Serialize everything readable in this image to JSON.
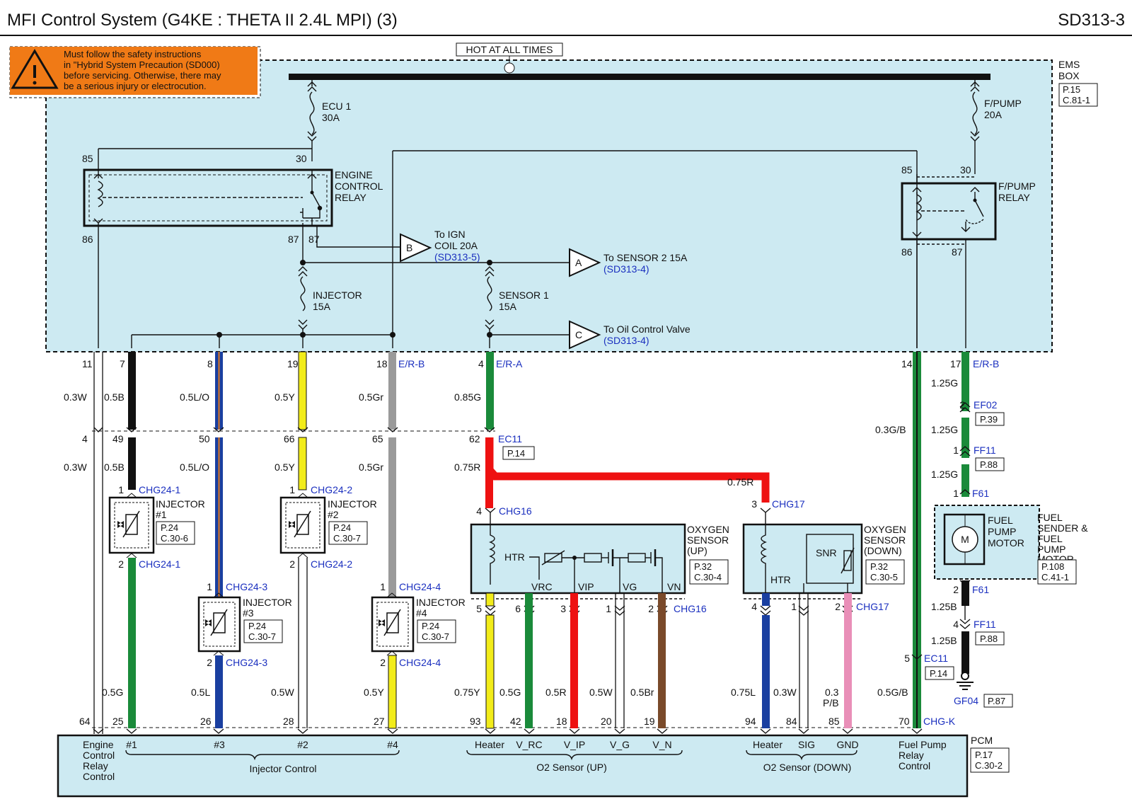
{
  "header": {
    "title": "MFI Control System (G4KE : THETA II 2.4L MPI) (3)",
    "code": "SD313-3"
  },
  "warning": {
    "lines": [
      "Must follow the safety instructions",
      "in \"Hybrid System Precaution (SD000)",
      "before servicing. Otherwise, there may",
      "be a serious injury or electrocution."
    ]
  },
  "bus": {
    "label": "HOT AT ALL TIMES"
  },
  "ems_box": {
    "name_l1": "EMS",
    "name_l2": "BOX",
    "ref_l1": "P.15",
    "ref_l2": "C.81-1"
  },
  "fuses": {
    "ecu1": {
      "l1": "ECU 1",
      "l2": "30A"
    },
    "fpump": {
      "l1": "F/PUMP",
      "l2": "20A"
    },
    "injector": {
      "l1": "INJECTOR",
      "l2": "15A"
    },
    "sensor1": {
      "l1": "SENSOR 1",
      "l2": "15A"
    }
  },
  "relays": {
    "ecr": {
      "l1": "ENGINE",
      "l2": "CONTROL",
      "l3": "RELAY",
      "p85": "85",
      "p30": "30",
      "p86": "86",
      "p87a": "87",
      "p87b": "87"
    },
    "fpr": {
      "l1": "F/PUMP",
      "l2": "RELAY",
      "p85": "85",
      "p30": "30",
      "p86": "86",
      "p87": "87"
    }
  },
  "connectors_off": {
    "b": {
      "letter": "B",
      "l1": "To IGN",
      "l2": "COIL 20A",
      "ref": "(SD313-5)"
    },
    "a": {
      "letter": "A",
      "l1": "To SENSOR 2 15A",
      "ref": "(SD313-4)"
    },
    "c": {
      "letter": "C",
      "l1": "To Oil Control Valve",
      "ref": "(SD313-4)"
    }
  },
  "box_pins": {
    "p11": "11",
    "p7": "7",
    "p8": "8",
    "p19": "19",
    "p18": "18",
    "p18c": "E/R-B",
    "p4": "4",
    "p4c": "E/R-A",
    "p14": "14",
    "p17": "17",
    "p17c": "E/R-B"
  },
  "wires_top": {
    "w11": "0.3W",
    "w7": "0.5B",
    "w8": "0.5L/O",
    "w19": "0.5Y",
    "w18": "0.5Gr",
    "w4": "0.85G",
    "w17": "1.25G"
  },
  "ec11": {
    "name": "EC11",
    "ref": "P.14",
    "p4": "4",
    "p49": "49",
    "p50": "50",
    "p66": "66",
    "p65": "65",
    "p62": "62",
    "p5": "5",
    "p5name": "EC11",
    "p5ref": "P.14"
  },
  "wires_mid": {
    "w4": "0.3W",
    "w49": "0.5B",
    "w50": "0.5L/O",
    "w66": "0.5Y",
    "w65": "0.5Gr",
    "w62": "0.75R",
    "w14": "0.3G/B",
    "w075r2": "0.75R"
  },
  "fuel_conn": {
    "ef02": "EF02",
    "ef02pin": "2",
    "ef02ref": "P.39",
    "w_ef": "1.25G",
    "ff11": "FF11",
    "ff11pin": "1",
    "ff11ref": "P.88",
    "w_ff": "1.25G",
    "f61": "F61",
    "f61pin": "1",
    "f61b": "F61",
    "f61bpin": "2",
    "w_b1": "1.25B",
    "ff11b": "FF11",
    "ff11bpin": "4",
    "ff11bref": "P.88",
    "w_b2": "1.25B",
    "gf04": "GF04",
    "gf04ref": "P.87"
  },
  "injectors": [
    {
      "l1": "INJECTOR",
      "l2": "#1",
      "r1": "P.24",
      "r2": "C.30-6",
      "c": "CHG24-1",
      "pin_top": "1",
      "pin_bot": "2",
      "wire": "0.5G"
    },
    {
      "l1": "INJECTOR",
      "l2": "#2",
      "r1": "P.24",
      "r2": "C.30-7",
      "c": "CHG24-2",
      "pin_top": "1",
      "pin_bot": "2",
      "wire": "0.5W"
    },
    {
      "l1": "INJECTOR",
      "l2": "#3",
      "r1": "P.24",
      "r2": "C.30-7",
      "c": "CHG24-3",
      "pin_top": "1",
      "pin_bot": "2",
      "wire": "0.5L"
    },
    {
      "l1": "INJECTOR",
      "l2": "#4",
      "r1": "P.24",
      "r2": "C.30-7",
      "c": "CHG24-4",
      "pin_top": "1",
      "pin_bot": "2",
      "wire": "0.5Y"
    }
  ],
  "o2up": {
    "l1": "OXYGEN",
    "l2": "SENSOR",
    "l3": "(UP)",
    "r1": "P.32",
    "r2": "C.30-4",
    "conn": "CHG16",
    "pin_top": "4",
    "htr": "HTR",
    "vrc": "VRC",
    "vip": "VIP",
    "vg": "VG",
    "vn": "VN",
    "p5": "5",
    "p6": "6",
    "p3": "3",
    "p1": "1",
    "p2": "2",
    "bconn": "CHG16"
  },
  "o2dn": {
    "l1": "OXYGEN",
    "l2": "SENSOR",
    "l3": "(DOWN)",
    "r1": "P.32",
    "r2": "C.30-5",
    "conn": "CHG17",
    "pin_top": "3",
    "htr": "HTR",
    "snr": "SNR",
    "p4": "4",
    "p1": "1",
    "p2": "2",
    "bconn": "CHG17"
  },
  "wires_bot": {
    "w64": "",
    "wa": "0.75Y",
    "wb": "0.5G",
    "wc": "0.5R",
    "wd": "0.5W",
    "we": "0.5Br",
    "wf": "0.75L",
    "wg": "0.3W",
    "wh1": "0.3",
    "wh2": "P/B",
    "wi": "0.5G/B"
  },
  "fuel_motor": {
    "l1": "FUEL",
    "l2": "PUMP",
    "l3": "MOTOR",
    "n1": "FUEL",
    "n2": "SENDER &",
    "n3": "FUEL",
    "n4": "PUMP",
    "n5": "MOTOR",
    "r1": "P.108",
    "r2": "C.41-1",
    "m": "M"
  },
  "pcm": {
    "name": "PCM",
    "r1": "P.17",
    "r2": "C.30-2",
    "pins": [
      "64",
      "25",
      "26",
      "28",
      "27",
      "93",
      "42",
      "18",
      "20",
      "19",
      "94",
      "84",
      "85",
      "70"
    ],
    "chgk": "CHG-K",
    "ecr_l1": "Engine",
    "ecr_l2": "Control",
    "ecr_l3": "Relay",
    "ecr_l4": "Control",
    "inj": [
      "#1",
      "#3",
      "#2",
      "#4"
    ],
    "inj_group": "Injector Control",
    "up": [
      "Heater",
      "V_RC",
      "V_IP",
      "V_G",
      "V_N"
    ],
    "up_group": "O2 Sensor (UP)",
    "dn": [
      "Heater",
      "SIG",
      "GND"
    ],
    "dn_group": "O2 Sensor (DOWN)",
    "fp_l1": "Fuel Pump",
    "fp_l2": "Relay",
    "fp_l3": "Control"
  },
  "colors": {
    "box": "#cdeaf2",
    "red": "#ee1111",
    "green": "#1a8a3a",
    "yellow": "#f2ec1a",
    "gray": "#9a9a9a",
    "blue": "#1a3fa0",
    "brown": "#7a4a2a",
    "pink": "#e98fb8",
    "warn": "#f07a16"
  }
}
